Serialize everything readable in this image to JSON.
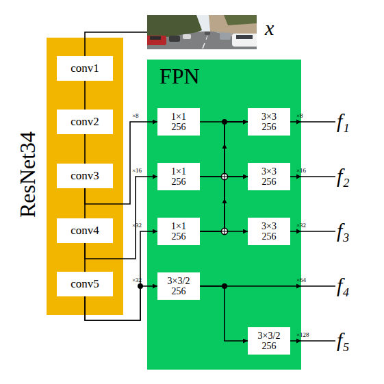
{
  "diagram": {
    "nodes": [
      {
        "text": [
          "x"
        ]
      },
      {
        "text": [
          "ResNet34"
        ]
      },
      {
        "text": [
          "conv1"
        ],
        "in": 1
      },
      {
        "text": [
          "conv2"
        ],
        "in": 1
      },
      {
        "text": [
          "conv3"
        ],
        "in": 1
      },
      {
        "text": [
          "conv4"
        ],
        "in": 1
      },
      {
        "text": [
          "conv5"
        ],
        "in": 1
      },
      {
        "text": [
          "FPN"
        ]
      },
      {
        "text": [
          "1×1",
          "256"
        ],
        "in": 7
      },
      {
        "text": [
          "3×3",
          "256"
        ],
        "in": 7
      },
      {
        "text": [
          "1×1",
          "256"
        ],
        "in": 7
      },
      {
        "text": [
          "3×3",
          "256"
        ],
        "in": 7
      },
      {
        "text": [
          "1×1",
          "256"
        ],
        "in": 7
      },
      {
        "text": [
          "3×3",
          "256"
        ],
        "in": 7
      },
      {
        "text": [
          "3×3/2",
          "256"
        ],
        "in": 7
      },
      {
        "text": [
          "3×3/2",
          "256"
        ],
        "in": 7
      }
    ],
    "edges": [
      {
        "from": 0,
        "to": 2,
        "arrow": "none"
      },
      {
        "from": 2,
        "to": 3,
        "arrow": "none"
      },
      {
        "from": 3,
        "to": 4,
        "arrow": "none"
      },
      {
        "from": 4,
        "to": 5,
        "arrow": "none"
      },
      {
        "from": 5,
        "to": 6,
        "arrow": "none"
      },
      {
        "from": 4,
        "to": 8,
        "label": "×8",
        "arrow": "to"
      },
      {
        "from": 5,
        "to": 10,
        "label": "×16",
        "arrow": "to"
      },
      {
        "from": 6,
        "to": 12,
        "label": "×32",
        "arrow": "to"
      },
      {
        "from": 6,
        "to": 14,
        "label": "×32",
        "arrow": "to"
      },
      {
        "from": 8,
        "to": 9,
        "arrow": "to"
      },
      {
        "from": 10,
        "to": 11,
        "arrow": "to"
      },
      {
        "from": 12,
        "to": 13,
        "arrow": "to"
      },
      {
        "from": 12,
        "to": 11,
        "arrow": "to"
      },
      {
        "from": 12,
        "to": 9,
        "arrow": "to"
      },
      {
        "from": 10,
        "to": 9,
        "arrow": "to"
      },
      {
        "from": 14,
        "to": 15,
        "arrow": "to"
      }
    ],
    "labels": [
      "×8",
      "f₁",
      "×16",
      "f₂",
      "×32",
      "f₃",
      "×64",
      "f₄",
      "×128",
      "f₅"
    ]
  }
}
